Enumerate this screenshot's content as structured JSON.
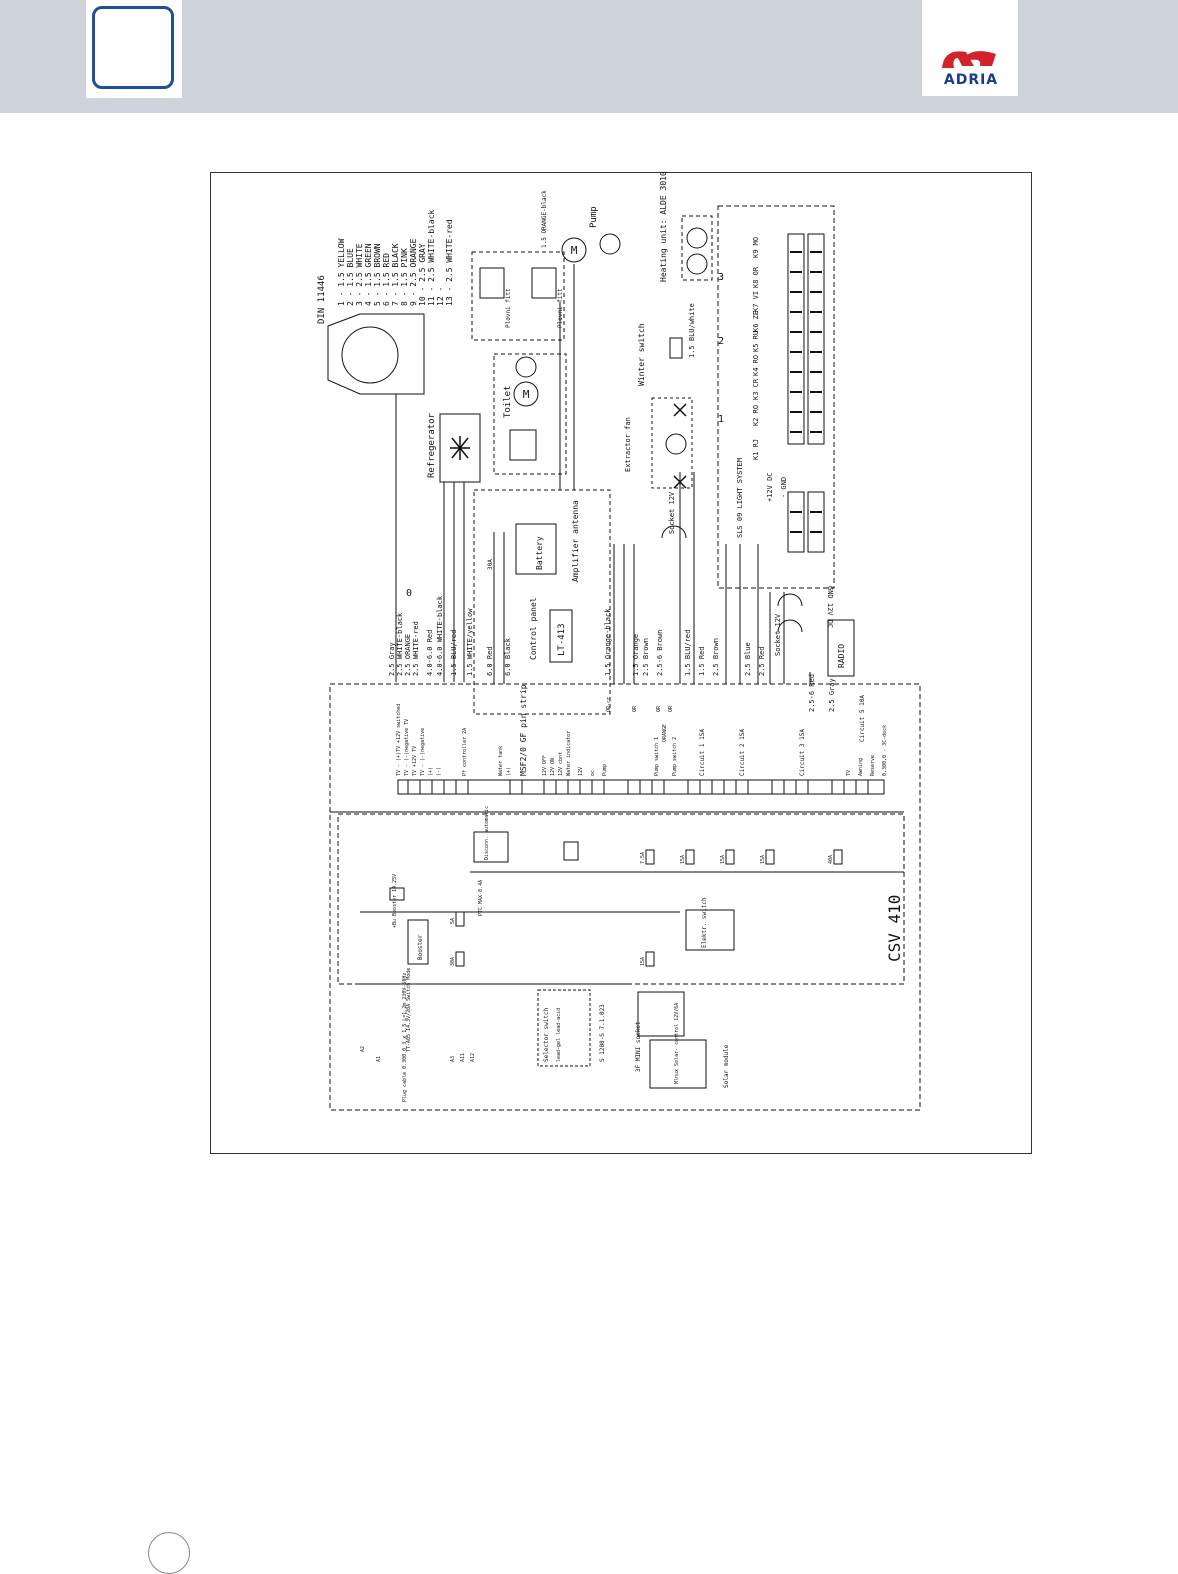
{
  "header": {
    "brand": "ADRIA",
    "colors": {
      "band": "#cfd4dc",
      "chapter_border": "#1f4f9c",
      "logo_red": "#d2232a",
      "logo_blue": "#1b3c8c"
    }
  },
  "diagram": {
    "din_title": "DIN 11446",
    "din_pins": [
      "1 - 1.5 YELLOW",
      "2 - 1.5 BLUE",
      "3 - 2.5 WHITE",
      "4 - 1.5 GREEN",
      "5 - 1.5 BROWN",
      "6 - 1.5 RED",
      "7 - 1.5 BLACK",
      "8 - 1.5 PINK",
      "9 - 2.5 ORANGE",
      "10 - 2.5 GRAY",
      "11 - 2.5 WHITE-black",
      "12 -",
      "13 - 2.5 WHITE-red"
    ],
    "refrigerator": "Refregerator",
    "toilet": "Toilet",
    "pump": "Pump",
    "pump_wire": "1.5 ORANGE-black",
    "float_switch_a": "Plovni fitt",
    "float_switch_b": "Plovni fitt",
    "heating_unit": "Heating unit: ALDE 3010",
    "winter_switch": "Winter switch",
    "winter_wire": "1.5 BLU/white",
    "extractor_fan": "Extractor fan",
    "light_system": "SLS 09 LIGHT SYSTEM",
    "plus12": "+12V DC",
    "gnd": "- GND",
    "gnd12": "GND 12V DC",
    "k_labels": [
      "K1 RJ",
      "K2 RO",
      "K3 CR",
      "K4 RO",
      "K5 RU",
      "K6 ZE",
      "K7 VI",
      "K8 OR",
      "K9 MO"
    ],
    "group_nums": [
      "1",
      "2",
      "3"
    ],
    "battery": "Battery",
    "fuse_30a": "30A",
    "amplifier": "Amplifier antenna",
    "socket_top": "Socket 12V",
    "socket_bottom": "Socket 12V",
    "radio": "RADIO",
    "control_panel": "Control panel",
    "lt413": "LT-413",
    "pin_strip": "MSF2/0 GF pin strip",
    "csv": "CSV 410",
    "wires": [
      "2.5 Gray",
      "2.5 WHITE-black",
      "2.5 ORANGE",
      "2.5 WHITE-red",
      "4.0-6.0 Red",
      "4.0-6.0 WHITE-black",
      "1.5 BLU/red",
      "1.5 WHITE/yellow",
      "6.0 Red",
      "6.0 Black",
      "1.5 Orange-black",
      "1.5 Orange",
      "2.5 Brown",
      "2.5-6 Brown",
      "1.5 BLU/red",
      "1.5 Red",
      "2.5 Brown",
      "2.5 Blue",
      "2.5 Red",
      "2.5-6 Red",
      "2.5 Gray"
    ],
    "circuits": [
      "Circuit 1 15A",
      "Circuit 2 15A",
      "Circuit 3 15A",
      "Circuit 5 10A"
    ],
    "zero": "0",
    "booster": "Booster",
    "booster_note": "+Bu Booster 14.25V",
    "disconn": "Disconn. automatic",
    "ptc": "PTC MAX 0.4A",
    "elektr_switch": "Elektr. switch",
    "selector_switch": "Selector switch",
    "selector_opts": "lead-gel lead-acid",
    "s1208": "S 1208-S 7.1.023",
    "plug_cable": "Plug cable 0.300.0 3 x 1.5 L=1.2m 230V-50Hz",
    "power_unit": "TT-A05 14.3V/20A Switch Mode",
    "term_a": [
      "A2",
      "A1",
      "A3",
      "A11",
      "A12"
    ],
    "mini_socket": "3F MINI socket",
    "solar_box": "Mlnux Solar- control 12V/6A",
    "solar_module": "Solar module",
    "fuses": [
      "5A",
      "30A",
      "15A",
      "7.5A",
      "15A",
      "15A",
      "15A",
      "40A"
    ],
    "pin_labels": [
      "TV - (+)TV +12V switched",
      "TV - (-)negative TV",
      "TV +12V TV",
      "TV - (-)negative",
      "(+)",
      "(-)",
      "Pf controller 2A",
      "Water tank",
      "(+)",
      "12V OFF",
      "12V ON",
      "12V cbnt",
      "Water indicator",
      "12V",
      "oc",
      "Pump",
      "Pump switch 1",
      "Pump switch 2",
      "TV",
      "Awning",
      "Reserve",
      "0,300,0 - 3C-dock"
    ],
    "orange_tags": [
      "OR-cr",
      "OR",
      "OR",
      "OR",
      "ORANGE"
    ]
  }
}
